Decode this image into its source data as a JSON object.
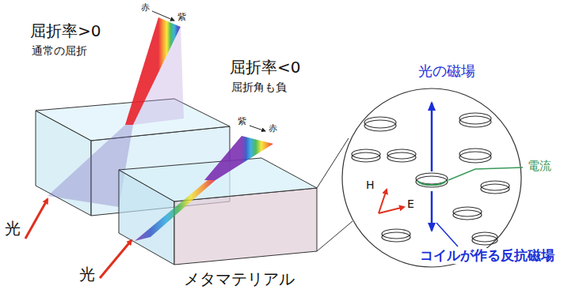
{
  "diagram": {
    "labels": [
      "屈折率>0",
      "通常の屈折",
      "赤",
      "紫",
      "屈折率<0",
      "屈折角も負",
      "紫",
      "赤",
      "光の磁場",
      "H",
      "E",
      "電流",
      "光",
      "光",
      "コイルが作る反抗磁場",
      "メタマテリアル"
    ]
  }
}
